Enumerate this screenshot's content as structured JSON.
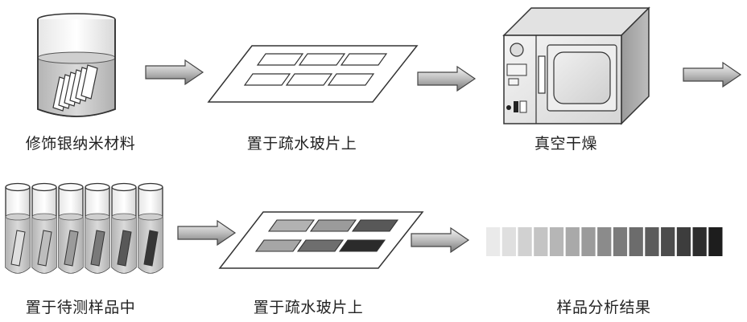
{
  "steps": [
    {
      "label": "修饰银纳米材料"
    },
    {
      "label": "置于疏水玻片上"
    },
    {
      "label": "真空干燥"
    },
    {
      "label": "置于待测样品中"
    },
    {
      "label": "置于疏水玻片上"
    },
    {
      "label": "样品分析结果"
    }
  ],
  "colors": {
    "outline": "#333333",
    "arrow_light": "#f2f2f2",
    "arrow_dark": "#7a7a7a",
    "liquid": "#c9c9c9"
  },
  "icons": {
    "beaker": "beaker-with-slides-icon",
    "slide_empty": "hydrophobic-glass-slide-icon",
    "oven": "vacuum-oven-icon",
    "tubes": "sample-tubes-icon",
    "slide_colored": "colored-glass-slide-icon",
    "gradient": "grayscale-result-bar-icon"
  },
  "result_gradient": {
    "swatch_count": 15,
    "levels": [
      0.05,
      0.1,
      0.16,
      0.22,
      0.28,
      0.34,
      0.4,
      0.47,
      0.54,
      0.61,
      0.68,
      0.75,
      0.82,
      0.89,
      0.96
    ]
  },
  "tube_shading": [
    0.1,
    0.25,
    0.4,
    0.55,
    0.7,
    0.85
  ],
  "slide_cell_shading": [
    0.3,
    0.4,
    0.7,
    0.35,
    0.6,
    0.9
  ]
}
